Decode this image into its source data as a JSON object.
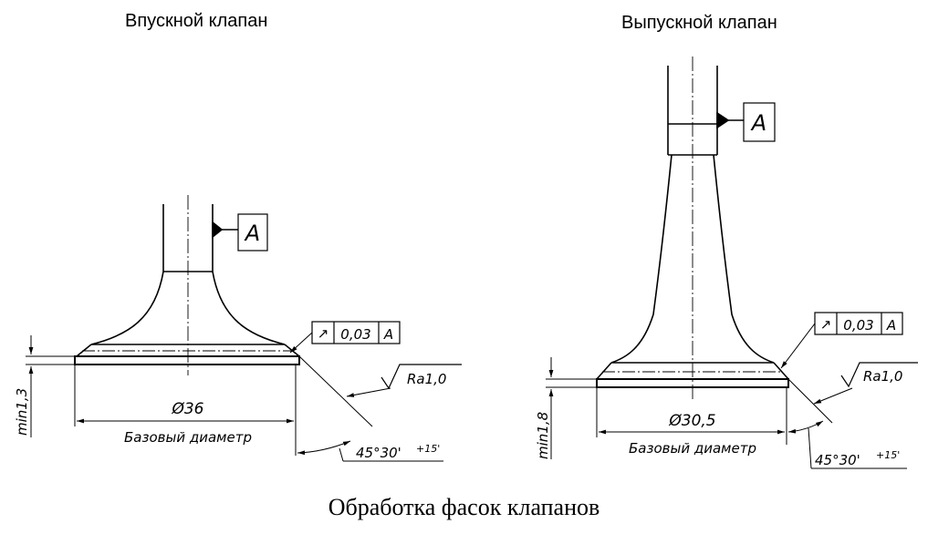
{
  "titles": {
    "intake": "Впускной клапан",
    "exhaust": "Выпускной клапан"
  },
  "caption": "Обработка фасок клапанов",
  "intake": {
    "datum": "А",
    "runout_symbol": "↗",
    "runout_tolerance": "0,03",
    "runout_datum": "А",
    "roughness": "Ra1,0",
    "diameter": "Ø36",
    "diameter_note": "Базовый диаметр",
    "min_height": "min1,3",
    "angle": "45°30'",
    "angle_tol": "+15'"
  },
  "exhaust": {
    "datum": "А",
    "runout_symbol": "↗",
    "runout_tolerance": "0,03",
    "runout_datum": "А",
    "roughness": "Ra1,0",
    "diameter": "Ø30,5",
    "diameter_note": "Базовый диаметр",
    "min_height": "min1,8",
    "angle": "45°30'",
    "angle_tol": "+15'"
  }
}
